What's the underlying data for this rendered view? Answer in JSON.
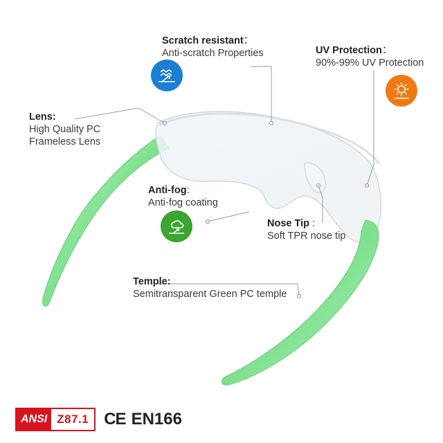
{
  "callouts": {
    "scratch": {
      "title": "Scratch resistant",
      "sep": "：",
      "desc": "Anti-scratch Properties"
    },
    "uv": {
      "title": "UV Protection",
      "sep": "：",
      "desc": "90%-99% UV Protection"
    },
    "lens": {
      "title": "Lens:",
      "desc_line1": "High Quality PC",
      "desc_line2": "Frameless Lens"
    },
    "antifog": {
      "title": "Anti-fog",
      "sep": ":",
      "desc": "Anti-fog coating"
    },
    "nosetip": {
      "title": "Nose Tip",
      "sep": " :",
      "desc": "Soft TPR nose tip"
    },
    "temple": {
      "title": "Temple:",
      "desc": "Semitransparent Green PC temple"
    }
  },
  "badges": {
    "ansi_word": "ANSI",
    "ansi_code": "Z87.1",
    "ce": "CE",
    "en": "EN166"
  },
  "colors": {
    "scratch_icon": "#1c7fd1",
    "uv_icon": "#f07a12",
    "antifog_icon": "#3aa52f",
    "temple_green": "#8ee89c",
    "badge_red": "#d7141d"
  },
  "icons": [
    "scratch-icon",
    "sun-uv-icon",
    "fog-cloud-icon"
  ]
}
